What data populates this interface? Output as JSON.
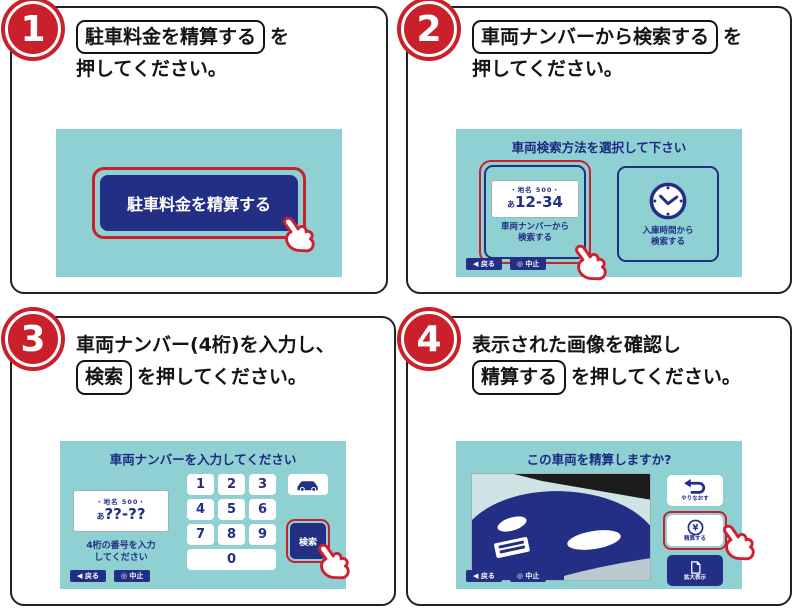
{
  "colors": {
    "red": "#c9202c",
    "navy": "#232e85",
    "teal": "#8fd0d3",
    "ink": "#141414"
  },
  "panels": [
    {
      "number": "1",
      "instruction": {
        "boxed": "駐車料金を精算する",
        "suffix": "を",
        "line2": "押してください。"
      },
      "screen": {
        "main_button": "駐車料金を精算する"
      }
    },
    {
      "number": "2",
      "instruction": {
        "boxed": "車両ナンバーから検索する",
        "suffix": "を",
        "line2": "押してください。"
      },
      "screen": {
        "header": "車両検索方法を選択して下さい",
        "option_plate": {
          "plate_top": "・地名 500・",
          "plate_kana": "あ",
          "plate_number": "12-34",
          "label1": "車両ナンバーから",
          "label2": "検索する"
        },
        "option_time": {
          "label1": "入庫時間から",
          "label2": "検索する"
        },
        "footer": [
          "◀ 戻る",
          "◎ 中止"
        ]
      }
    },
    {
      "number": "3",
      "instruction": {
        "line1": "車両ナンバー(4桁)を入力し、",
        "boxed": "検索",
        "suffix": "を押してください。"
      },
      "screen": {
        "header": "車両ナンバーを入力してください",
        "plate": {
          "plate_top": "・地名 500・",
          "plate_kana": "あ",
          "plate_number": "??-??"
        },
        "caption1": "4桁の番号を入力",
        "caption2": "してください",
        "keys": [
          "1",
          "2",
          "3",
          "4",
          "5",
          "6",
          "7",
          "8",
          "9",
          "0"
        ],
        "search_key": "検索",
        "footer": [
          "◀ 戻る",
          "◎ 中止"
        ]
      }
    },
    {
      "number": "4",
      "instruction": {
        "line1": "表示された画像を確認し",
        "boxed": "精算する",
        "suffix": "を押してください。"
      },
      "screen": {
        "header": "この車両を精算しますか?",
        "buttons": {
          "back": "やりなおす",
          "pay": "精算する",
          "zoom": "拡大表示"
        },
        "footer": [
          "◀ 戻る",
          "◎ 中止"
        ]
      }
    }
  ]
}
